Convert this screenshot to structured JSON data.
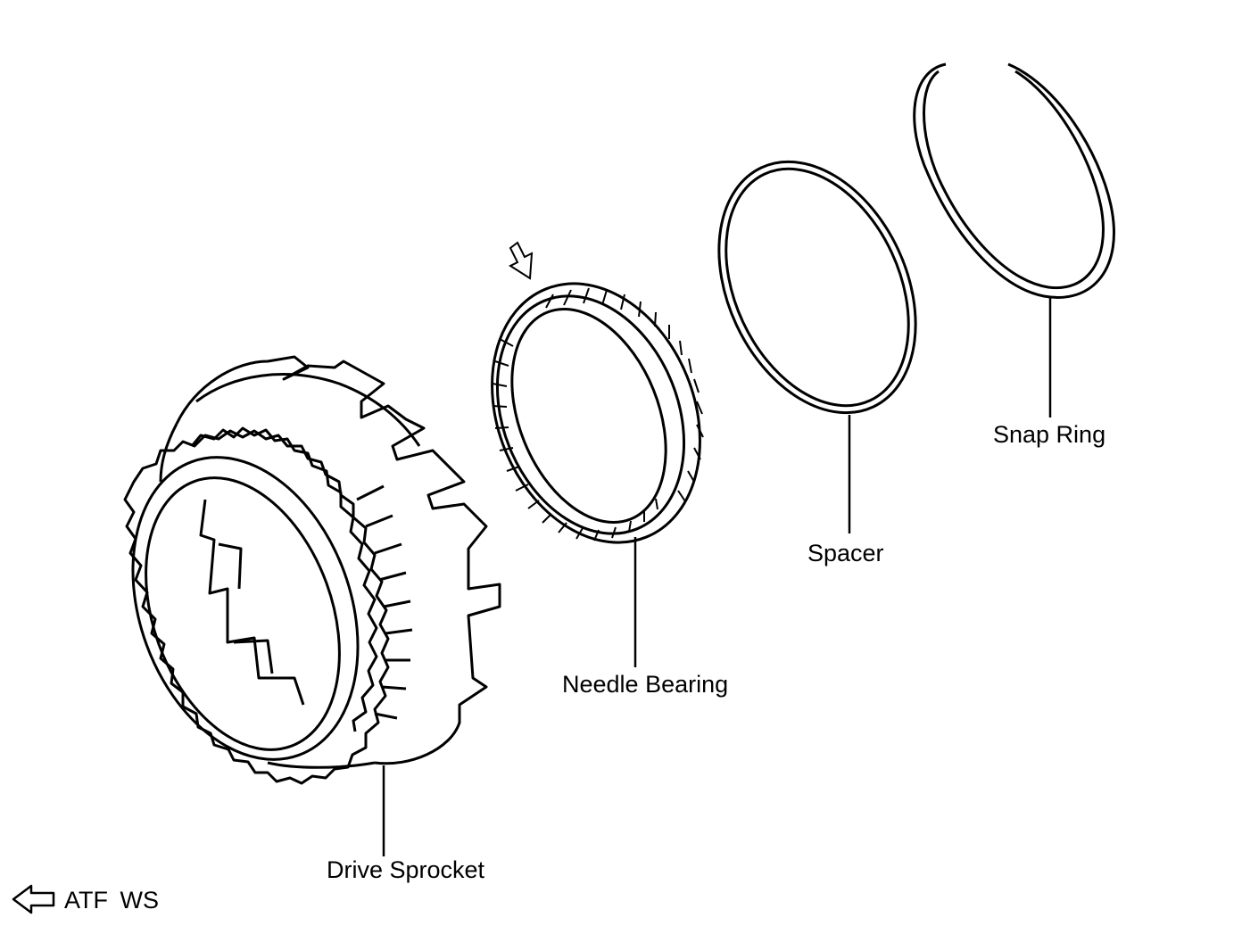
{
  "labels": {
    "drive_sprocket": "Drive Sprocket",
    "needle_bearing": "Needle Bearing",
    "spacer": "Spacer",
    "snap_ring": "Snap Ring"
  },
  "legend": {
    "atf_ws": "ATF WS"
  },
  "colors": {
    "line": "#000000",
    "background": "#ffffff"
  },
  "icons": {
    "lubrication_arrow": "hollow-arrow-icon"
  }
}
